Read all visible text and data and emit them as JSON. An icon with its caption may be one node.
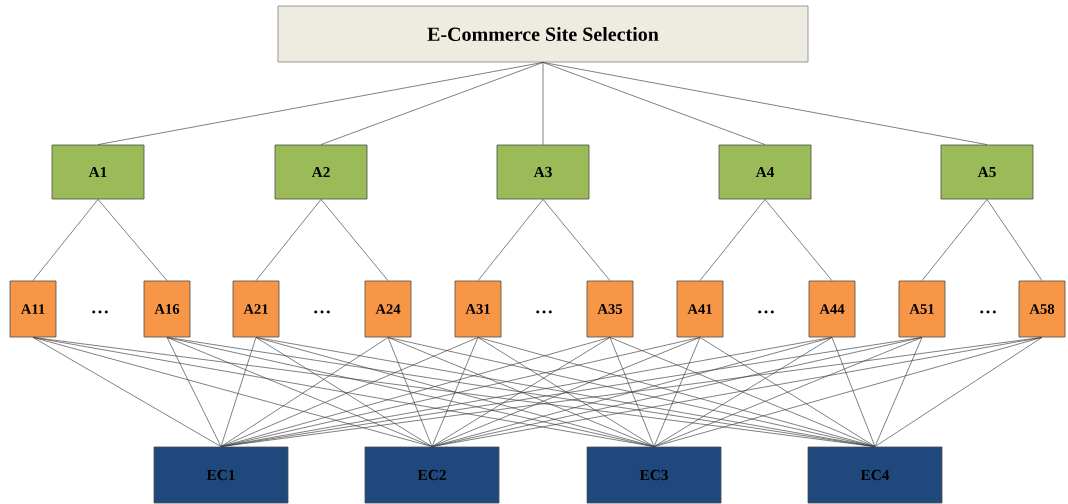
{
  "diagram": {
    "nodes": [
      {
        "text": [
          "E-Commerce Site Selection"
        ]
      },
      {
        "text": [
          "A1"
        ]
      },
      {
        "text": [
          "A2"
        ]
      },
      {
        "text": [
          "A3"
        ]
      },
      {
        "text": [
          "A4"
        ]
      },
      {
        "text": [
          "A5"
        ]
      },
      {
        "text": [
          "A11"
        ]
      },
      {
        "text": [
          "A16"
        ]
      },
      {
        "text": [
          "A21"
        ]
      },
      {
        "text": [
          "A24"
        ]
      },
      {
        "text": [
          "A31"
        ]
      },
      {
        "text": [
          "A35"
        ]
      },
      {
        "text": [
          "A41"
        ]
      },
      {
        "text": [
          "A44"
        ]
      },
      {
        "text": [
          "A51"
        ]
      },
      {
        "text": [
          "A58"
        ]
      },
      {
        "text": [
          "EC1"
        ]
      },
      {
        "text": [
          "EC2"
        ]
      },
      {
        "text": [
          "EC3"
        ]
      },
      {
        "text": [
          "EC4"
        ]
      }
    ],
    "edges": [
      {
        "from": 0,
        "to": 1,
        "arrow": "none"
      },
      {
        "from": 0,
        "to": 2,
        "arrow": "none"
      },
      {
        "from": 0,
        "to": 3,
        "arrow": "none"
      },
      {
        "from": 0,
        "to": 4,
        "arrow": "none"
      },
      {
        "from": 0,
        "to": 5,
        "arrow": "none"
      },
      {
        "from": 1,
        "to": 6,
        "arrow": "none"
      },
      {
        "from": 1,
        "to": 7,
        "arrow": "none"
      },
      {
        "from": 2,
        "to": 8,
        "arrow": "none"
      },
      {
        "from": 2,
        "to": 9,
        "arrow": "none"
      },
      {
        "from": 3,
        "to": 10,
        "arrow": "none"
      },
      {
        "from": 3,
        "to": 11,
        "arrow": "none"
      },
      {
        "from": 4,
        "to": 12,
        "arrow": "none"
      },
      {
        "from": 4,
        "to": 13,
        "arrow": "none"
      },
      {
        "from": 5,
        "to": 14,
        "arrow": "none"
      },
      {
        "from": 5,
        "to": 15,
        "arrow": "none"
      },
      {
        "from": 6,
        "to": 16,
        "arrow": "none"
      },
      {
        "from": 6,
        "to": 17,
        "arrow": "none"
      },
      {
        "from": 6,
        "to": 18,
        "arrow": "none"
      },
      {
        "from": 6,
        "to": 19,
        "arrow": "none"
      },
      {
        "from": 7,
        "to": 16,
        "arrow": "none"
      },
      {
        "from": 7,
        "to": 17,
        "arrow": "none"
      },
      {
        "from": 7,
        "to": 18,
        "arrow": "none"
      },
      {
        "from": 7,
        "to": 19,
        "arrow": "none"
      },
      {
        "from": 8,
        "to": 16,
        "arrow": "none"
      },
      {
        "from": 8,
        "to": 17,
        "arrow": "none"
      },
      {
        "from": 8,
        "to": 18,
        "arrow": "none"
      },
      {
        "from": 8,
        "to": 19,
        "arrow": "none"
      },
      {
        "from": 9,
        "to": 16,
        "arrow": "none"
      },
      {
        "from": 9,
        "to": 17,
        "arrow": "none"
      },
      {
        "from": 9,
        "to": 18,
        "arrow": "none"
      },
      {
        "from": 9,
        "to": 19,
        "arrow": "none"
      },
      {
        "from": 10,
        "to": 16,
        "arrow": "none"
      },
      {
        "from": 10,
        "to": 17,
        "arrow": "none"
      },
      {
        "from": 10,
        "to": 18,
        "arrow": "none"
      },
      {
        "from": 10,
        "to": 19,
        "arrow": "none"
      },
      {
        "from": 11,
        "to": 16,
        "arrow": "none"
      },
      {
        "from": 11,
        "to": 17,
        "arrow": "none"
      },
      {
        "from": 11,
        "to": 18,
        "arrow": "none"
      },
      {
        "from": 11,
        "to": 19,
        "arrow": "none"
      },
      {
        "from": 12,
        "to": 16,
        "arrow": "none"
      },
      {
        "from": 12,
        "to": 17,
        "arrow": "none"
      },
      {
        "from": 12,
        "to": 18,
        "arrow": "none"
      },
      {
        "from": 12,
        "to": 19,
        "arrow": "none"
      },
      {
        "from": 13,
        "to": 16,
        "arrow": "none"
      },
      {
        "from": 13,
        "to": 17,
        "arrow": "none"
      },
      {
        "from": 13,
        "to": 18,
        "arrow": "none"
      },
      {
        "from": 13,
        "to": 19,
        "arrow": "none"
      },
      {
        "from": 14,
        "to": 16,
        "arrow": "none"
      },
      {
        "from": 14,
        "to": 17,
        "arrow": "none"
      },
      {
        "from": 14,
        "to": 18,
        "arrow": "none"
      },
      {
        "from": 14,
        "to": 19,
        "arrow": "none"
      },
      {
        "from": 15,
        "to": 16,
        "arrow": "none"
      },
      {
        "from": 15,
        "to": 17,
        "arrow": "none"
      },
      {
        "from": 15,
        "to": 18,
        "arrow": "none"
      },
      {
        "from": 15,
        "to": 19,
        "arrow": "none"
      }
    ],
    "labels": [
      "…",
      "…",
      "…",
      "…",
      "…"
    ]
  }
}
